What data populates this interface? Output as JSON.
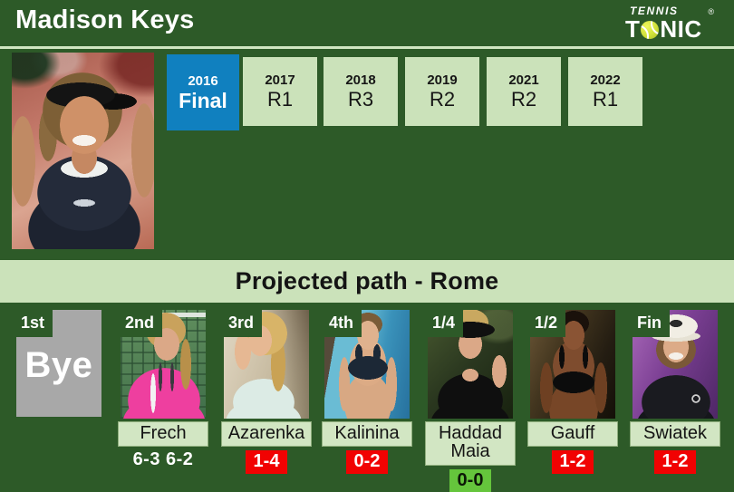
{
  "header": {
    "title": "Madison Keys",
    "logo": {
      "line1": "TENNIS",
      "line2_prefix": "T",
      "line2_suffix": "NIC",
      "registered": "®"
    }
  },
  "history": {
    "items": [
      {
        "year": "2016",
        "result": "Final",
        "highlight": true
      },
      {
        "year": "2017",
        "result": "R1",
        "highlight": false
      },
      {
        "year": "2018",
        "result": "R3",
        "highlight": false
      },
      {
        "year": "2019",
        "result": "R2",
        "highlight": false
      },
      {
        "year": "2021",
        "result": "R2",
        "highlight": false
      },
      {
        "year": "2022",
        "result": "R1",
        "highlight": false
      }
    ]
  },
  "projected": {
    "heading": "Projected path - Rome",
    "rounds": [
      {
        "round": "1st",
        "label": "Bye"
      },
      {
        "round": "2nd",
        "name": "Frech",
        "score": "6-3 6-2",
        "score_style": "plain"
      },
      {
        "round": "3rd",
        "name": "Azarenka",
        "score": "1-4",
        "score_style": "red"
      },
      {
        "round": "4th",
        "name": "Kalinina",
        "score": "0-2",
        "score_style": "red"
      },
      {
        "round": "1/4",
        "name": "Haddad Maia",
        "score": "0-0",
        "score_style": "green"
      },
      {
        "round": "1/2",
        "name": "Gauff",
        "score": "1-2",
        "score_style": "red"
      },
      {
        "round": "Fin",
        "name": "Swiatek",
        "score": "1-2",
        "score_style": "red"
      }
    ]
  },
  "colors": {
    "background_green": "#2d5a28",
    "light_green": "#cbe2ba",
    "name_tag_green": "#d2e6c3",
    "highlight_blue": "#1080bf",
    "loss_red": "#f10202",
    "even_h2h_green": "#65c53c",
    "bye_gray": "#a8a8a8",
    "divider_light": "#cfe5c1"
  }
}
